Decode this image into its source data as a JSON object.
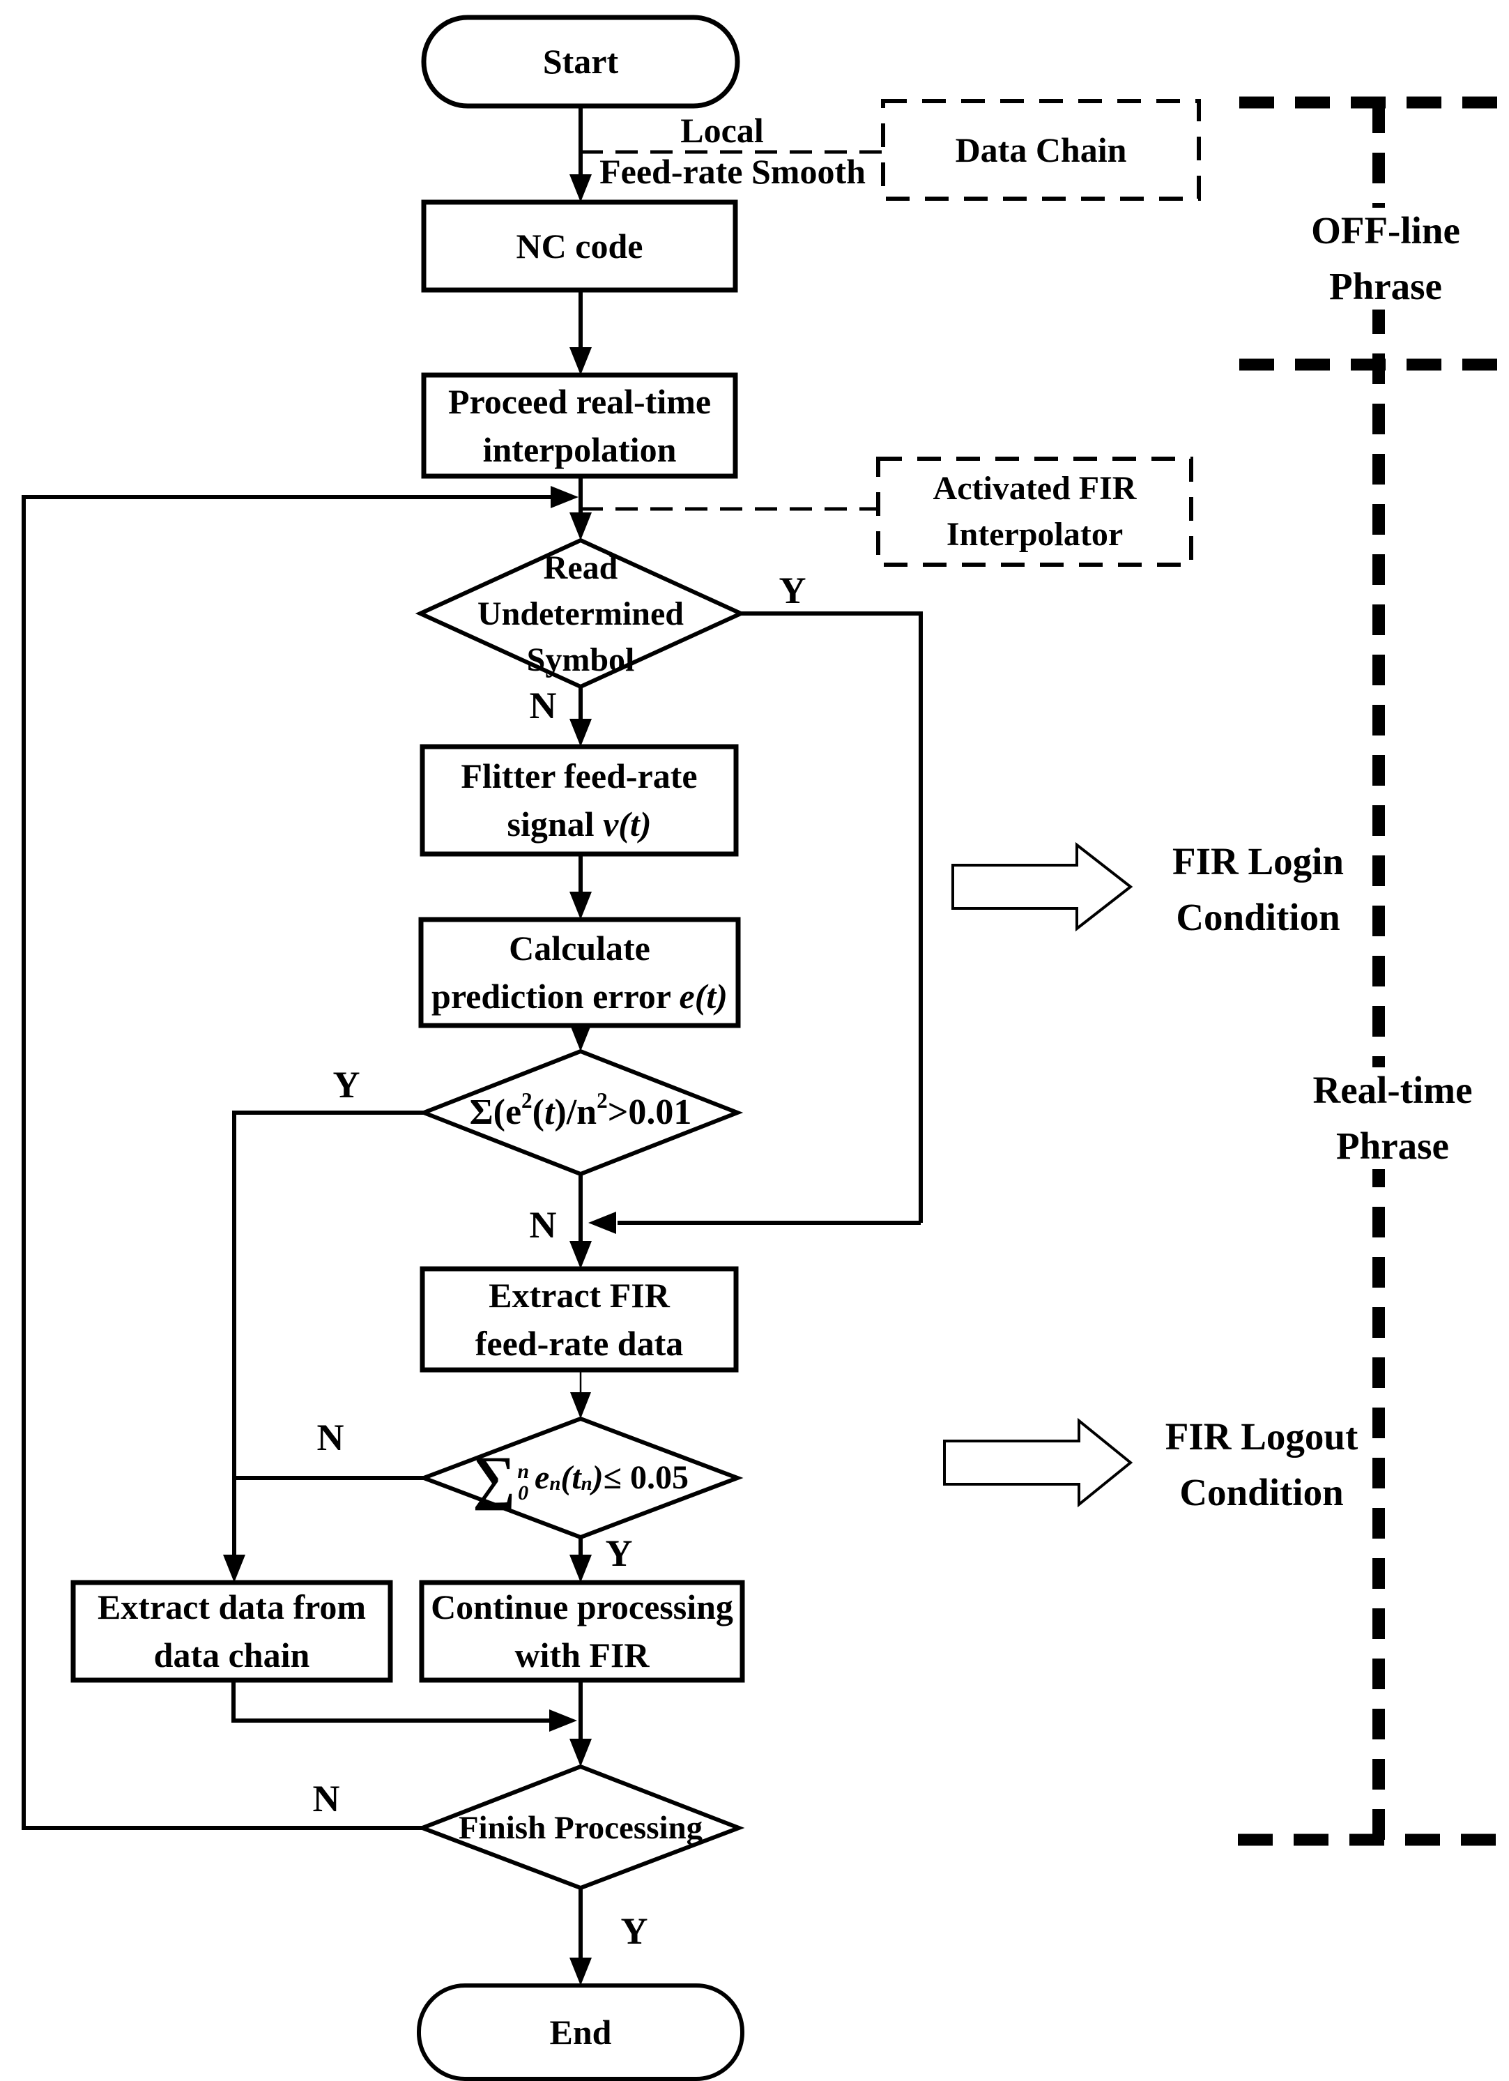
{
  "colors": {
    "ink": "#000000",
    "background": "#ffffff"
  },
  "nodes": {
    "start": {
      "label": "Start"
    },
    "nc_code": {
      "label": "NC code"
    },
    "proceed": {
      "line1": "Proceed real-time",
      "line2": "interpolation"
    },
    "read_symbol": {
      "line1": "Read",
      "line2": "Undetermined",
      "line3": "Symbol"
    },
    "flitter": {
      "line1": "Flitter feed-rate",
      "line2_pre": "signal ",
      "line2_math": "v(t)"
    },
    "calculate": {
      "line1": "Calculate",
      "line2_pre": "prediction error ",
      "line2_math": "e(t)"
    },
    "sigma1": {
      "seg1": "Σ(e",
      "sup1": "2",
      "seg2": "(",
      "it1": "t",
      "seg3": ")/n",
      "sup2": "2",
      "seg4": ">0.01"
    },
    "extract_fir": {
      "line1": "Extract FIR",
      "line2": "feed-rate data"
    },
    "sigma2": {
      "sum": "∑",
      "limit_top": "n",
      "limit_bottom": "0",
      "e": "e",
      "e_sub": "n",
      "p1": "(",
      "t": "t",
      "t_sub": "n",
      "p2": ")",
      "rest": " ≤ 0.05"
    },
    "extract_data": {
      "line1": "Extract data from",
      "line2": "data chain"
    },
    "continue_fir": {
      "line1": "Continue processing",
      "line2": "with FIR"
    },
    "finish": {
      "label": "Finish Processing"
    },
    "end": {
      "label": "End"
    },
    "data_chain": {
      "label": "Data Chain"
    },
    "activated_fir": {
      "line1": "Activated FIR",
      "line2": "Interpolator"
    }
  },
  "edge_labels": {
    "local_line1": "Local",
    "local_line2": "Feed-rate Smooth",
    "read_yes": "Y",
    "read_no": "N",
    "sigma1_yes": "Y",
    "sigma1_no": "N",
    "sigma2_no": "N",
    "sigma2_yes": "Y",
    "finish_no": "N",
    "finish_yes": "Y"
  },
  "annotations": {
    "offline_line1": "OFF-line",
    "offline_line2": "Phrase",
    "realtime_line1": "Real-time",
    "realtime_line2": "Phrase",
    "login_line1": "FIR Login",
    "login_line2": "Condition",
    "logout_line1": "FIR Logout",
    "logout_line2": "Condition"
  }
}
